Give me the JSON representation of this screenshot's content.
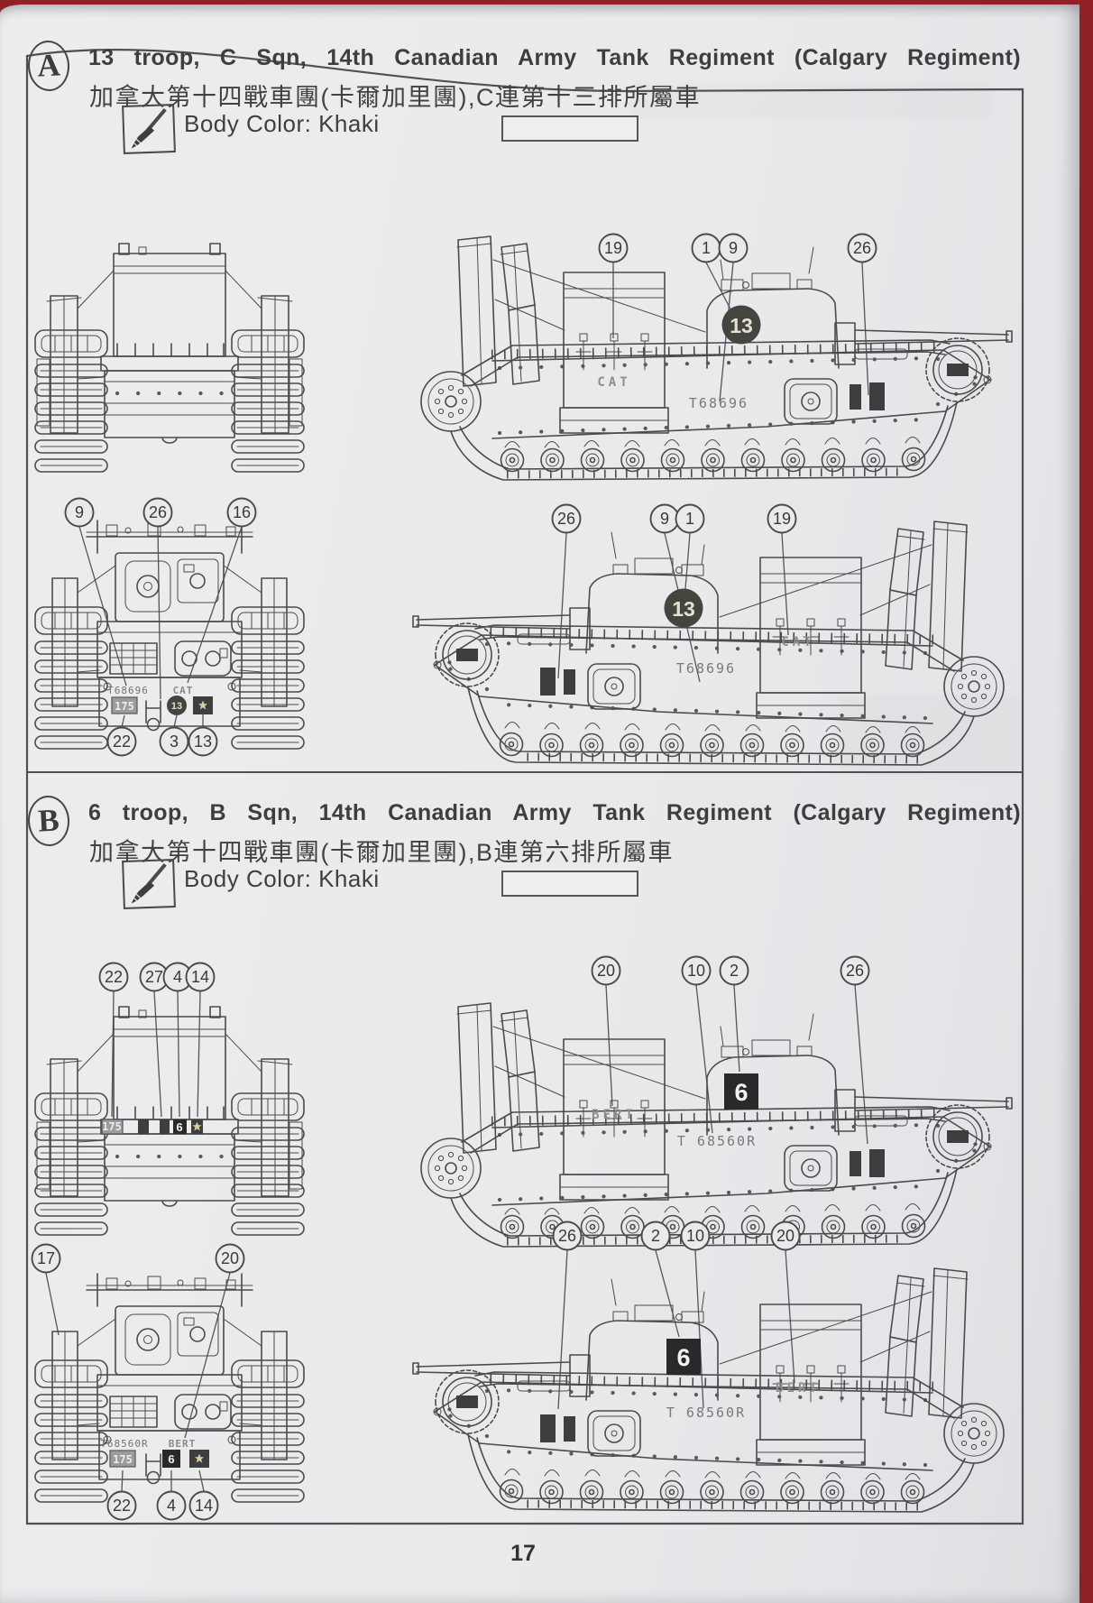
{
  "page_number": "17",
  "colors": {
    "backdrop": "#8f2127",
    "paper": "#e9eaec",
    "ink": "#4b4b4e",
    "marking_dark": "#3e3e40",
    "khaki_swatch": "#eeeeec"
  },
  "sections": [
    {
      "letter": "A",
      "title": "13 troop, C Sqn, 14th Canadian Army Tank Regiment (Calgary Regiment)",
      "subtitle_zh": "加拿大第十四戰車團(卡爾加里團),C連第十三排所屬車",
      "paint_label": "Body Color: Khaki",
      "markings": {
        "turret_number": "13",
        "nickname": "CAT",
        "serial_side": "T68696",
        "serial_rear": "T68696",
        "bridge_plate": "175"
      },
      "callouts": {
        "side_right": [
          "19",
          "1",
          "9",
          "26"
        ],
        "rear_top": [
          "9",
          "26",
          "16"
        ],
        "rear_bottom": [
          "22",
          "3",
          "13"
        ],
        "side_left": [
          "26",
          "9",
          "1",
          "19"
        ]
      }
    },
    {
      "letter": "B",
      "title": "6 troop, B Sqn, 14th Canadian Army Tank Regiment (Calgary Regiment)",
      "subtitle_zh": "加拿大第十四戰車團(卡爾加里團),B連第六排所屬車",
      "paint_label": "Body Color: Khaki",
      "markings": {
        "turret_number": "6",
        "nickname": "BERT",
        "serial_side": "T 68560R",
        "serial_rear": "T68560R",
        "bridge_plate": "175"
      },
      "callouts": {
        "front_top": [
          "22",
          "27",
          "4",
          "14"
        ],
        "side_right": [
          "20",
          "10",
          "2",
          "26"
        ],
        "rear_top": [
          "17",
          "20"
        ],
        "rear_bottom": [
          "22",
          "4",
          "14"
        ],
        "side_left": [
          "26",
          "2",
          "10",
          "20"
        ]
      }
    }
  ]
}
